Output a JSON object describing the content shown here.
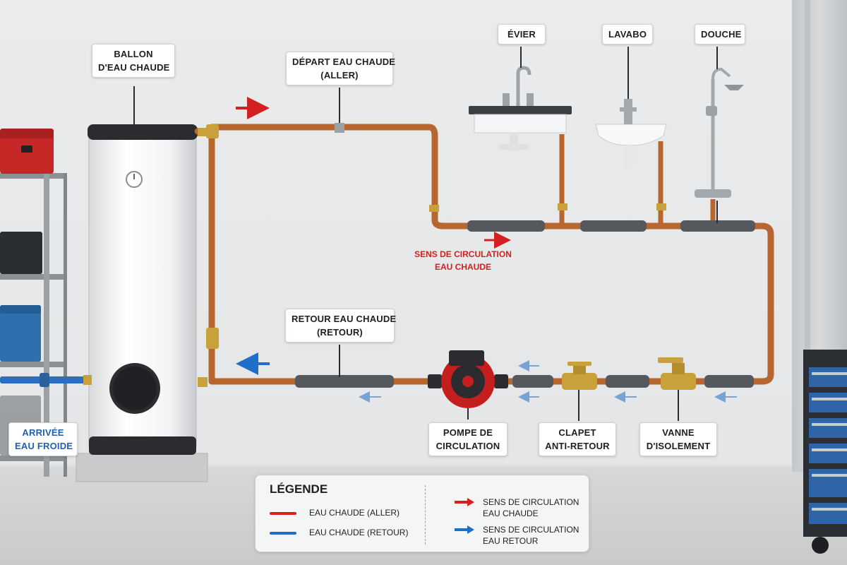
{
  "labels": {
    "tank": [
      "BALLON",
      "D'EAU CHAUDE"
    ],
    "supply": [
      "DÉPART EAU CHAUDE",
      "(ALLER)"
    ],
    "return": [
      "RETOUR EAU CHAUDE",
      "(RETOUR)"
    ],
    "evier": "ÉVIER",
    "lavabo": "LAVABO",
    "douche": "DOUCHE",
    "cold_inlet": [
      "ARRIVÉE",
      "EAU FROIDE"
    ],
    "pump": [
      "POMPE DE",
      "CIRCULATION"
    ],
    "check_valve": [
      "CLAPET",
      "ANTI-RETOUR"
    ],
    "isolation_valve": [
      "VANNE",
      "D'ISOLEMENT"
    ],
    "flow_direction": [
      "SENS DE CIRCULATION",
      "EAU CHAUDE"
    ]
  },
  "legend": {
    "title": "LÉGENDE",
    "supply_line": "EAU CHAUDE (ALLER)",
    "return_line": "EAU CHAUDE (RETOUR)",
    "hot_arrow": [
      "SENS DE CIRCULATION",
      "EAU CHAUDE"
    ],
    "return_arrow": [
      "SENS DE CIRCULATION",
      "EAU RETOUR"
    ]
  },
  "colors": {
    "supply_red": "#d32020",
    "return_blue": "#1f6fc8",
    "copper": "#b8662f",
    "insulation": "#55585c",
    "pump_red": "#c41e1e",
    "brass": "#c9a13a"
  }
}
